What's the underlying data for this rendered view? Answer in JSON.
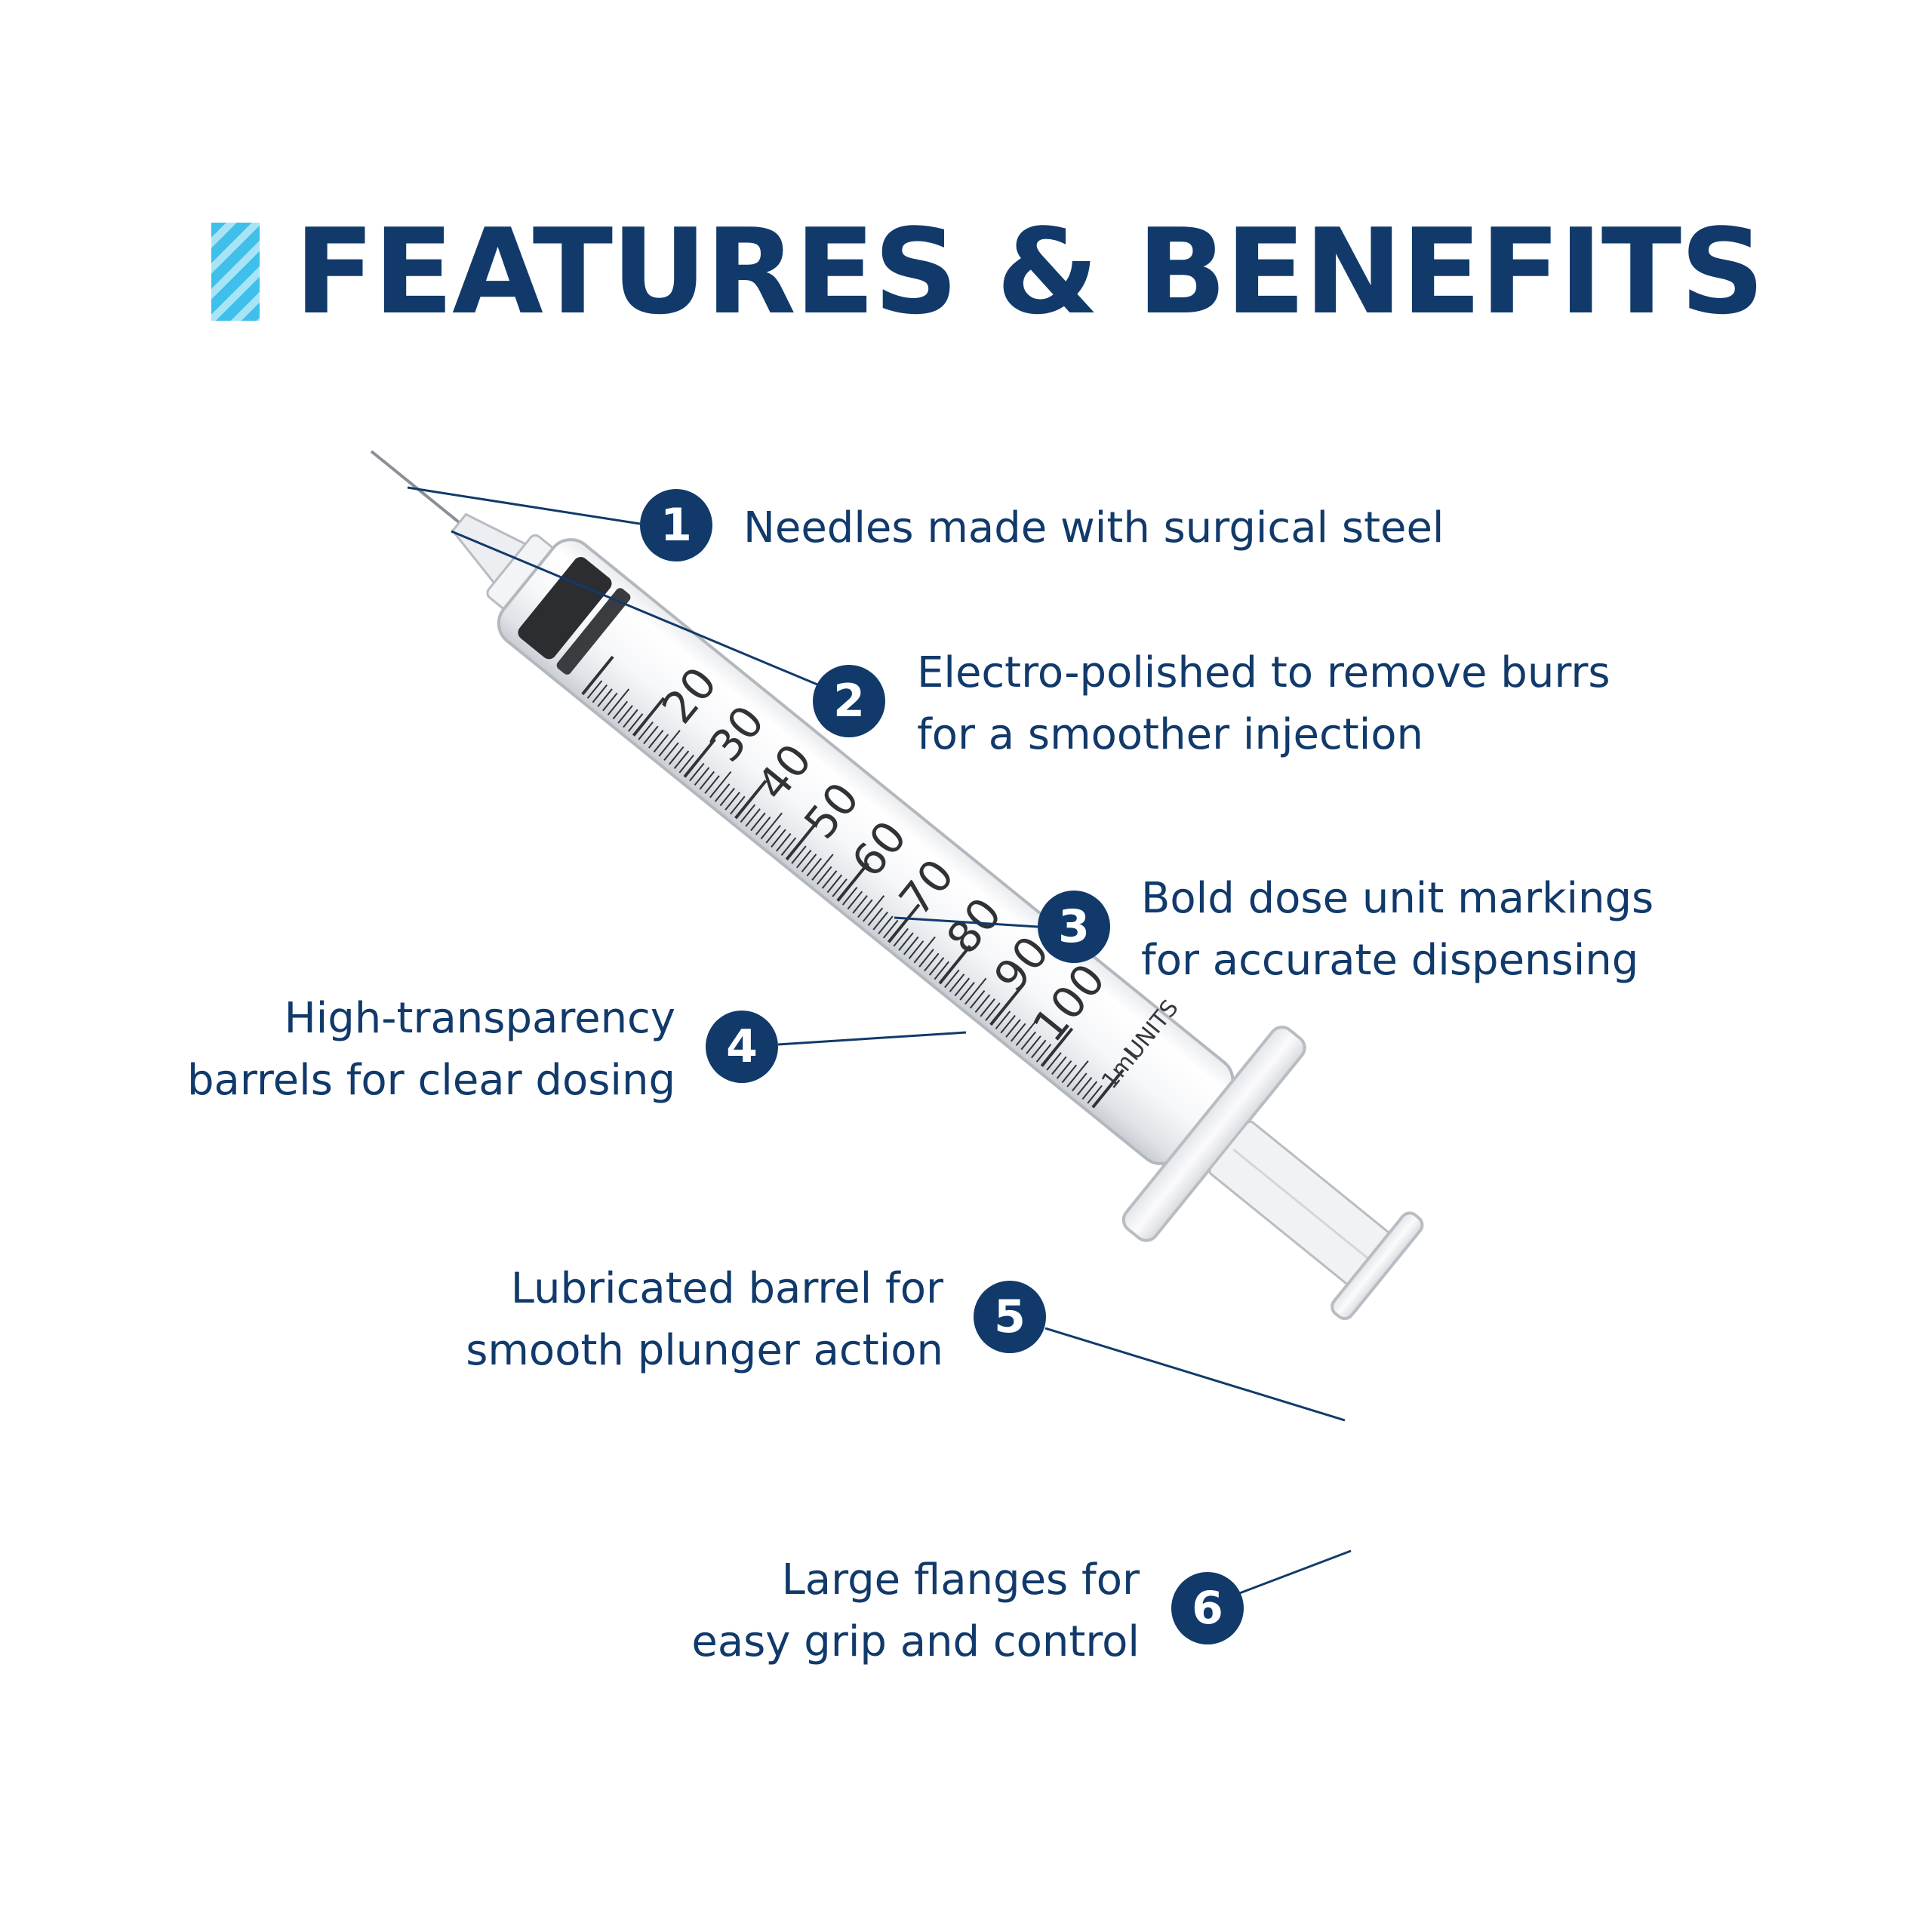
{
  "title": "FEATURES & BENEFITS",
  "colors": {
    "navy": "#113a6b",
    "accent_cyan": "#3fc0ea",
    "background": "#ffffff"
  },
  "syringe": {
    "scale_labels": [
      "20",
      "30",
      "40",
      "50",
      "60",
      "70",
      "80",
      "90",
      "100"
    ],
    "unit_label": "UNITS",
    "volume_label": "1ml"
  },
  "features": [
    {
      "number": "1",
      "lines": [
        "Needles made with surgical steel"
      ]
    },
    {
      "number": "2",
      "lines": [
        "Electro-polished to remove burrs",
        "for a smoother injection"
      ]
    },
    {
      "number": "3",
      "lines": [
        "Bold dose unit markings",
        "for accurate dispensing"
      ]
    },
    {
      "number": "4",
      "lines": [
        "High-transparency",
        "barrels for clear dosing"
      ]
    },
    {
      "number": "5",
      "lines": [
        "Lubricated barrel for",
        "smooth plunger action"
      ]
    },
    {
      "number": "6",
      "lines": [
        "Large flanges for",
        "easy grip and control"
      ]
    }
  ]
}
